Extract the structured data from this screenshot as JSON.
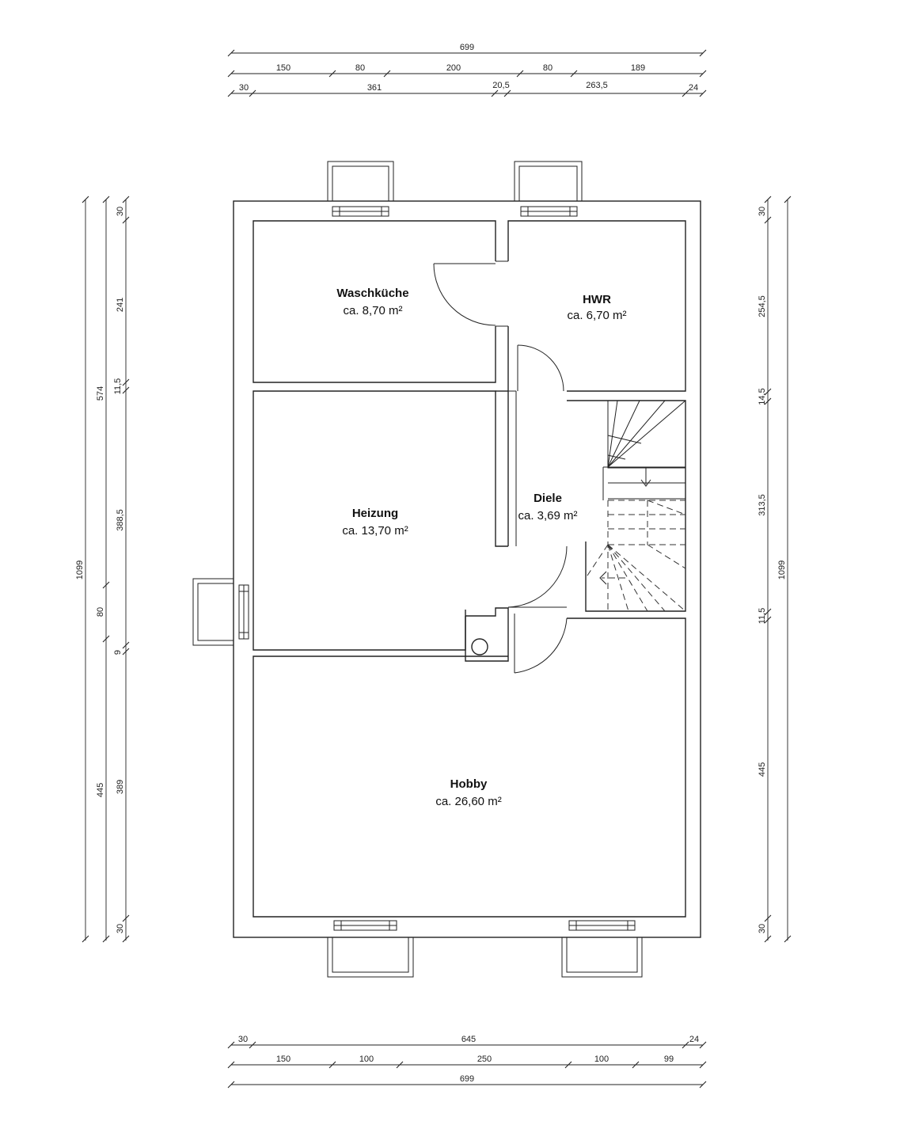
{
  "rooms": {
    "waschkueche": {
      "name": "Waschküche",
      "area": "ca. 8,70 m²"
    },
    "hwr": {
      "name": "HWR",
      "area": "ca. 6,70 m²"
    },
    "heizung": {
      "name": "Heizung",
      "area": "ca. 13,70 m²"
    },
    "diele": {
      "name": "Diele",
      "area": "ca. 3,69 m²"
    },
    "hobby": {
      "name": "Hobby",
      "area": "ca. 26,60 m²"
    }
  },
  "dimensions": {
    "top": {
      "total": "699",
      "row2": [
        "150",
        "80",
        "200",
        "80",
        "189"
      ],
      "row3": [
        "30",
        "361",
        "20,5",
        "263,5",
        "24"
      ]
    },
    "bottom": {
      "row1": [
        "30",
        "645",
        "24"
      ],
      "row2": [
        "150",
        "100",
        "250",
        "100",
        "99"
      ],
      "total": "699"
    },
    "left": {
      "total": "1099",
      "row2": [
        "574",
        "80",
        "445"
      ],
      "row3": [
        "30",
        "241",
        "11,5",
        "388,5",
        "9",
        "389",
        "30"
      ]
    },
    "right": {
      "row1": [
        "30",
        "254,5",
        "14,5",
        "313,5",
        "11,5",
        "445",
        "30"
      ],
      "total": "1099"
    }
  }
}
